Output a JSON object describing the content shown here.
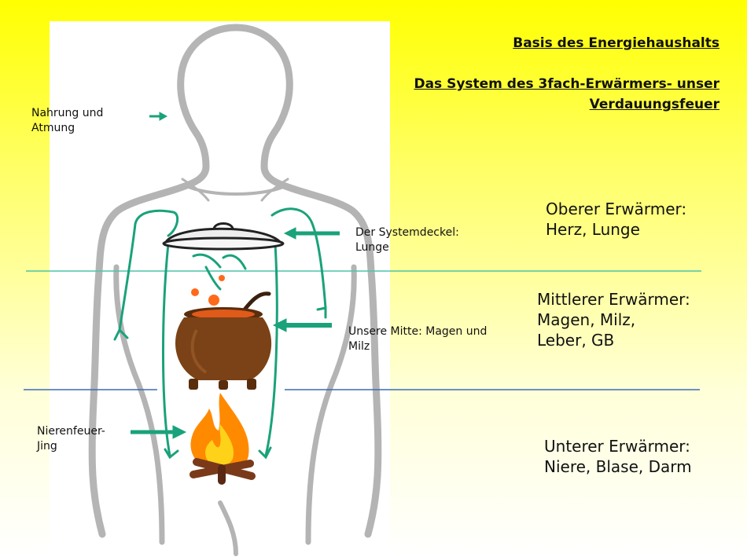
{
  "title": {
    "line1": "Basis des Energiehaushalts",
    "line2": "Das System des 3fach-Erwärmers- unser",
    "line3": "Verdauungsfeuer"
  },
  "labels": {
    "nahrung_1": "Nahrung und",
    "nahrung_2": "Atmung",
    "deckel_1": "Der Systemdeckel:",
    "deckel_2": "Lunge",
    "mitte_1": "Unsere Mitte: Magen und",
    "mitte_2": "Milz",
    "nieren_1": "Nierenfeuer-",
    "nieren_2": "Jing"
  },
  "zones": {
    "upper_1": "Oberer Erwärmer:",
    "upper_2": "Herz, Lunge",
    "middle_1": "Mittlerer Erwärmer:",
    "middle_2": "Magen, Milz,",
    "middle_3": "Leber, GB",
    "lower_1": "Unterer Erwärmer:",
    "lower_2": "Niere, Blase, Darm"
  },
  "colors": {
    "arrow": "#1aa27a",
    "upper_divider": "#4fc3a8",
    "lower_divider": "#3b6bb3",
    "body_outline": "#9a9a9a",
    "pot": "#6b3a12",
    "fire": "#ff8a00"
  },
  "icons": [
    "body-silhouette",
    "pot-lid-icon",
    "cauldron-icon",
    "campfire-icon"
  ]
}
